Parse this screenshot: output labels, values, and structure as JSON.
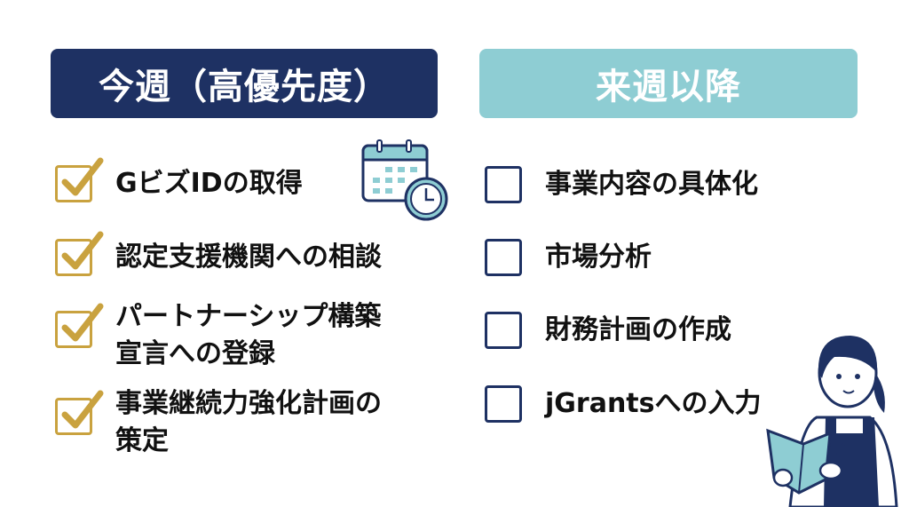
{
  "this_week": {
    "title": "今週（高優先度）",
    "items": [
      {
        "lines": [
          "GビズIDの取得"
        ],
        "checked": true
      },
      {
        "lines": [
          "認定支援機関への相談"
        ],
        "checked": true
      },
      {
        "lines": [
          "パートナーシップ構築",
          "宣言への登録"
        ],
        "checked": true
      },
      {
        "lines": [
          "事業継続力強化計画の",
          "策定"
        ],
        "checked": true
      }
    ]
  },
  "next_week": {
    "title": "来週以降",
    "items": [
      {
        "lines": [
          "事業内容の具体化"
        ],
        "checked": false
      },
      {
        "lines": [
          "市場分析"
        ],
        "checked": false
      },
      {
        "lines": [
          "財務計画の作成"
        ],
        "checked": false
      },
      {
        "lines": [
          "jGrantsへの入力"
        ],
        "checked": false
      }
    ]
  },
  "colors": {
    "navy": "#1e3163",
    "teal": "#8ecdd3",
    "gold": "#c9a23f"
  }
}
